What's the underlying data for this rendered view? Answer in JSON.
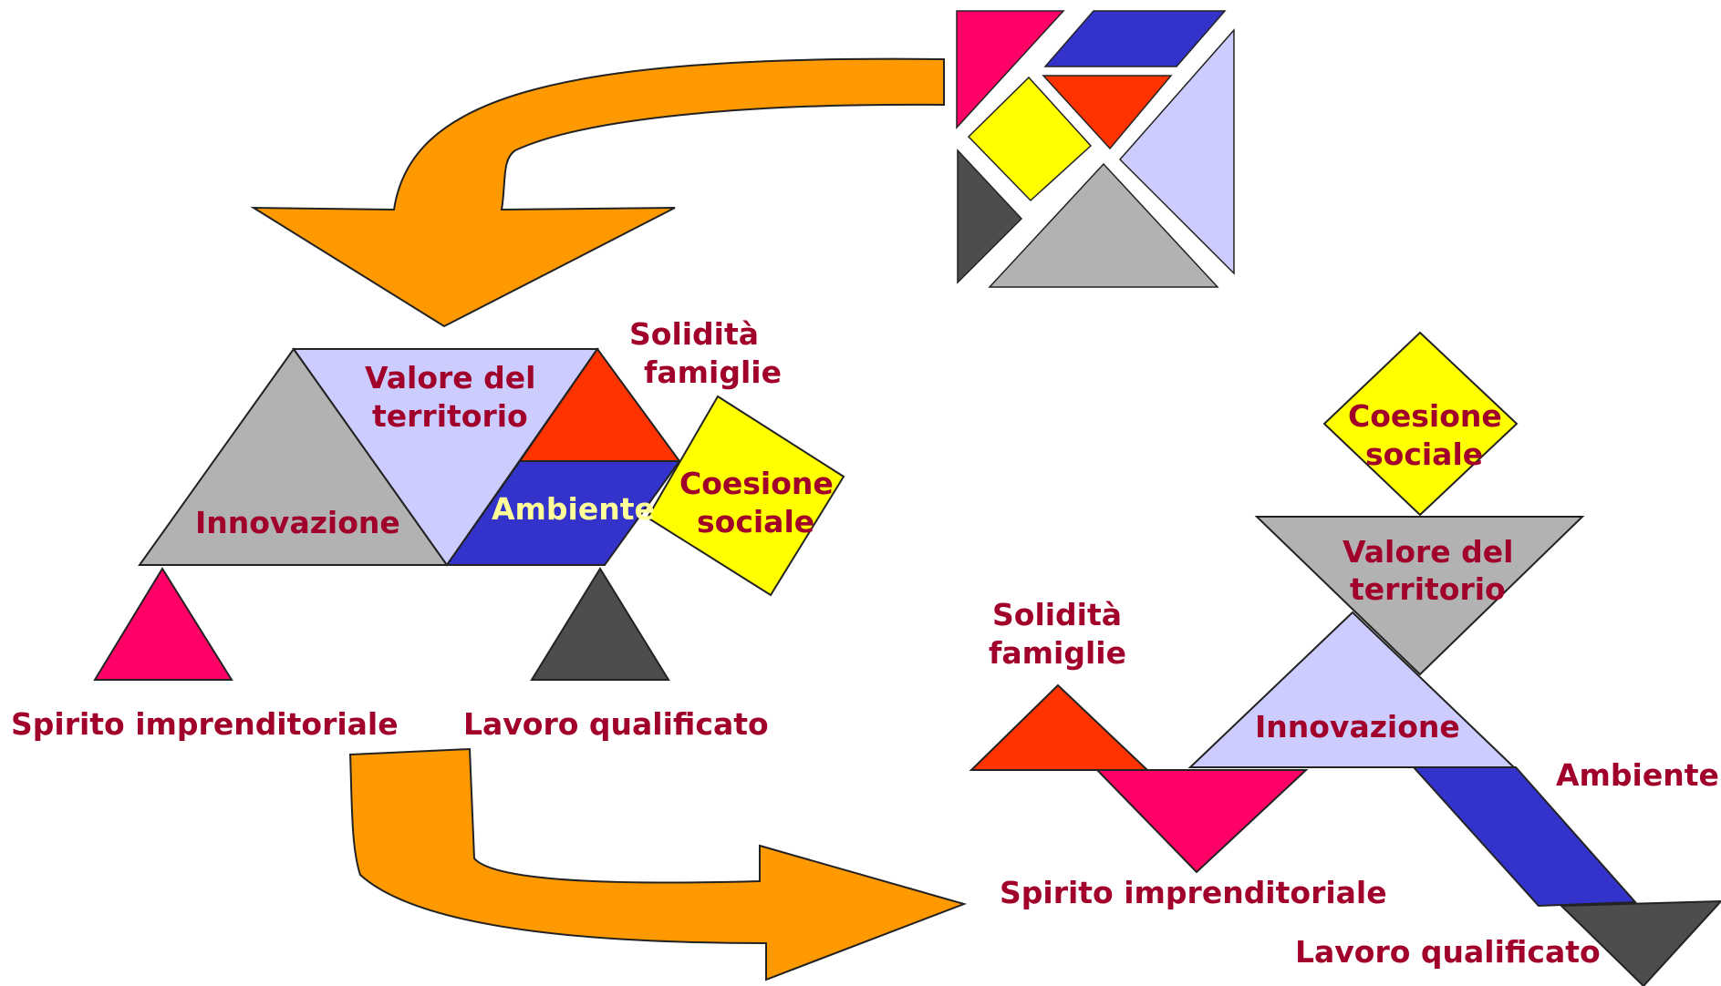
{
  "colors": {
    "label": "#a0002a",
    "label_light": "#ffff99",
    "arrow": "#ff9900",
    "magenta": "#ff0066",
    "blue": "#3333cc",
    "red_orange": "#ff3300",
    "yellow": "#ffff00",
    "lavender": "#ccccff",
    "dark_gray": "#4d4d4d",
    "light_gray": "#b2b2b2"
  },
  "tangram_square": {
    "pieces": [
      "magenta-triangle",
      "blue-parallelogram",
      "red-triangle",
      "yellow-square",
      "lavender-triangle",
      "dark-gray-triangle",
      "light-gray-triangle"
    ]
  },
  "figure_left": {
    "valore_del": "Valore del",
    "territorio": "territorio",
    "solidita": "Solidità",
    "famiglie": "famiglie",
    "innovazione": "Innovazione",
    "ambiente": "Ambiente",
    "coesione": "Coesione",
    "sociale": "sociale",
    "spirito": "Spirito imprenditoriale",
    "lavoro": "Lavoro qualificato"
  },
  "figure_right": {
    "coesione": "Coesione",
    "sociale": "sociale",
    "valore_del": "Valore del",
    "territorio": "territorio",
    "solidita": "Solidità",
    "famiglie": "famiglie",
    "innovazione": "Innovazione",
    "ambiente": "Ambiente",
    "spirito": "Spirito imprenditoriale",
    "lavoro": "Lavoro qualificato"
  }
}
